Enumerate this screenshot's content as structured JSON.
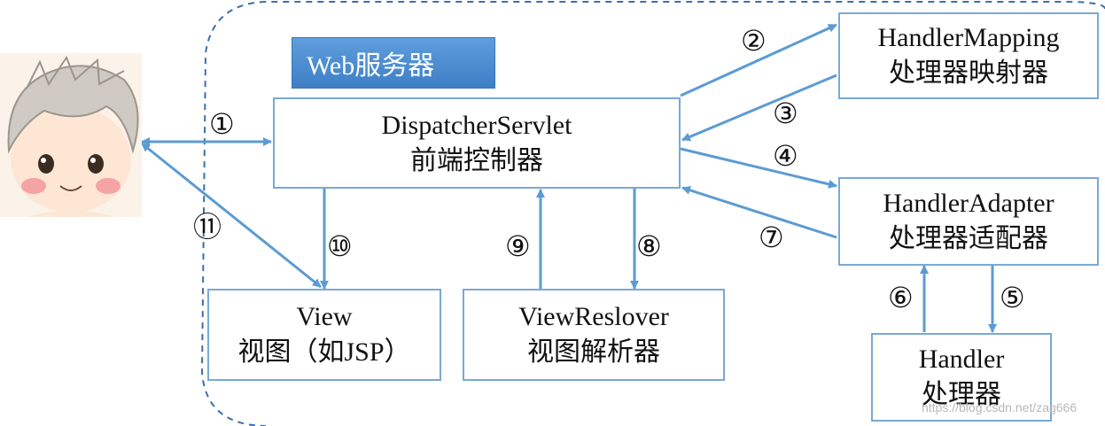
{
  "web_server": {
    "label": "Web服务器"
  },
  "boxes": {
    "dispatcher": {
      "title": "DispatcherServlet",
      "subtitle": "前端控制器"
    },
    "mapping": {
      "title": "HandlerMapping",
      "subtitle": "处理器映射器"
    },
    "adapter": {
      "title": "HandlerAdapter",
      "subtitle": "处理器适配器"
    },
    "handler": {
      "title": "Handler",
      "subtitle": "处理器"
    },
    "view": {
      "title": "View",
      "subtitle": "视图（如JSP）"
    },
    "resolver": {
      "title": "ViewReslover",
      "subtitle": "视图解析器"
    }
  },
  "steps": [
    "①",
    "②",
    "③",
    "④",
    "⑤",
    "⑥",
    "⑦",
    "⑧",
    "⑨",
    "⑩",
    "⑪"
  ],
  "watermark": "https://blog.csdn.net/zag666",
  "colors": {
    "line": "#5b9bd5",
    "box_border": "#7aa8d6",
    "label_bg": "#4a8bd0",
    "dash": "#3a6fa8"
  }
}
